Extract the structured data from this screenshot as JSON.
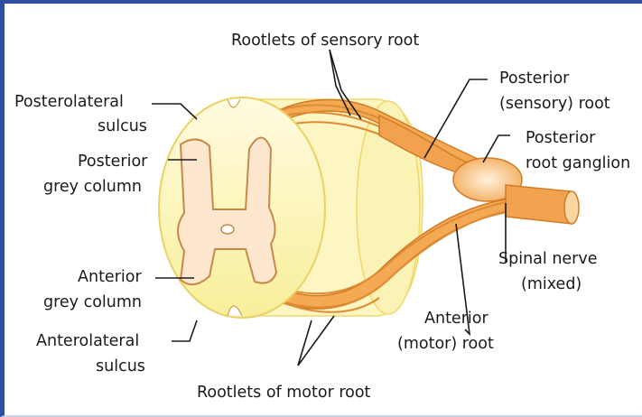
{
  "labels": {
    "rootlets_sensory": "Rootlets of sensory root",
    "posterolateral_1": "Posterolateral",
    "posterolateral_2": "sulcus",
    "posterior_grey_1": "Posterior",
    "posterior_grey_2": "grey column",
    "anterior_grey_1": "Anterior",
    "anterior_grey_2": "grey column",
    "anterolateral_1": "Anterolateral",
    "anterolateral_2": "sulcus",
    "rootlets_motor": "Rootlets of motor root",
    "posterior_root_1": "Posterior",
    "posterior_root_2": "(sensory) root",
    "ganglion_1": "Posterior",
    "ganglion_2": "root ganglion",
    "spinal_nerve_1": "Spinal nerve",
    "spinal_nerve_2": "(mixed)",
    "anterior_root_1": "Anterior",
    "anterior_root_2": "(motor) root"
  },
  "colors": {
    "frame": "#2f4fa3",
    "cord_fill": "#fbf7c8",
    "cord_edge": "#f3e07a",
    "grey_matter": "#fde8cf",
    "grey_matter_edge": "#c8884a",
    "nerve": "#f0a04a",
    "nerve_dark": "#d27b26",
    "ganglion": "#fbd9a6"
  }
}
